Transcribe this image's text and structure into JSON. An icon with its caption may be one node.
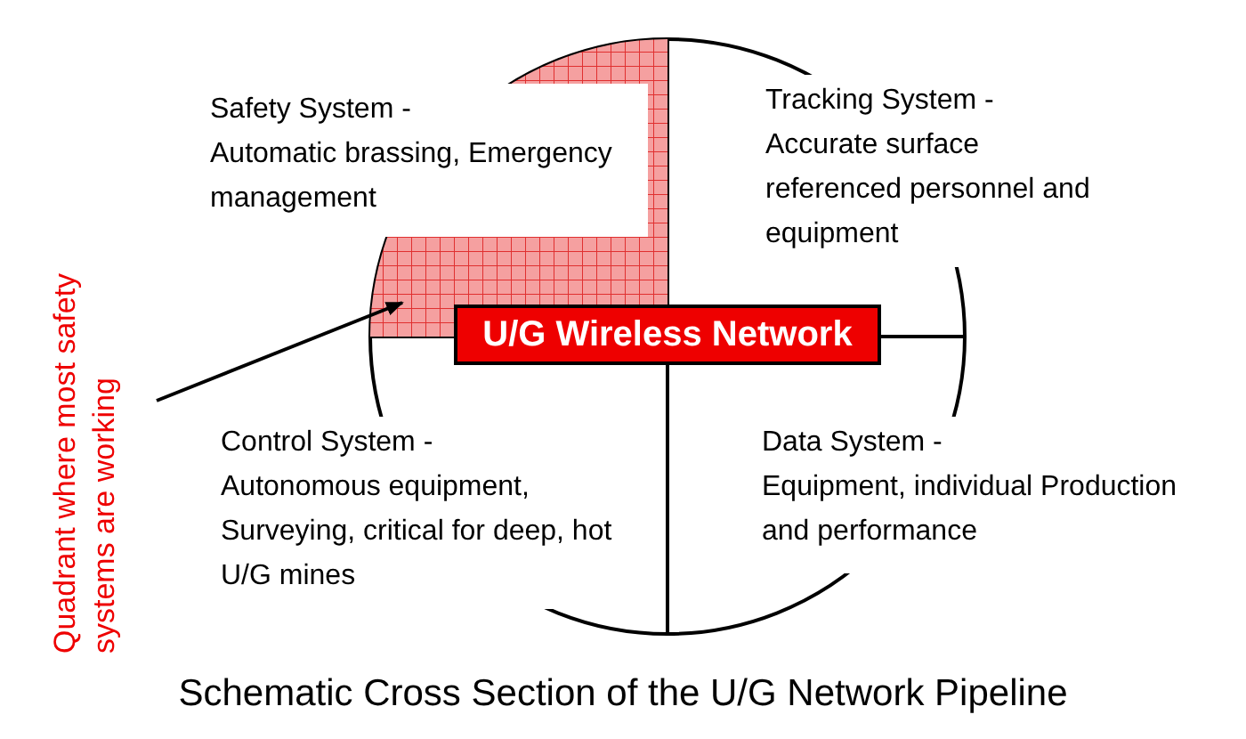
{
  "diagram": {
    "caption": "Schematic Cross Section of the U/G Network Pipeline",
    "nodes": [
      {
        "text": [],
        "shape": "circle"
      },
      {
        "text": [],
        "shape": "quadrant",
        "in": 0
      },
      {
        "text": [
          "Safety System -",
          "Automatic brassing, Emergency management"
        ]
      },
      {
        "text": [
          "Tracking System -",
          "Accurate surface referenced personnel and equipment"
        ]
      },
      {
        "text": [
          "U/G Wireless Network"
        ],
        "in": 0
      },
      {
        "text": [
          "Control System -",
          "Autonomous equipment, Surveying, critical for deep, hot U/G mines"
        ]
      },
      {
        "text": [
          "Data System -",
          "Equipment, individual Production and performance"
        ]
      },
      {
        "text": [
          "Quadrant where most safety systems are working"
        ]
      }
    ],
    "edges": [
      {
        "from": 7,
        "to": 1,
        "arrow": "to"
      }
    ]
  }
}
